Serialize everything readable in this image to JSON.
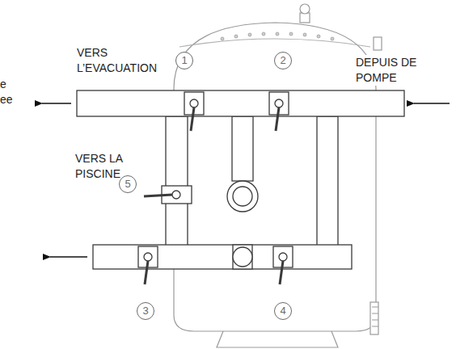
{
  "diagram": {
    "labels": [
      "VERS L’EVACUATION",
      "DEPUIS DE POMPE",
      "VERS LA PISCINE",
      "1",
      "2",
      "3",
      "4",
      "5",
      "e",
      "ee"
    ]
  }
}
